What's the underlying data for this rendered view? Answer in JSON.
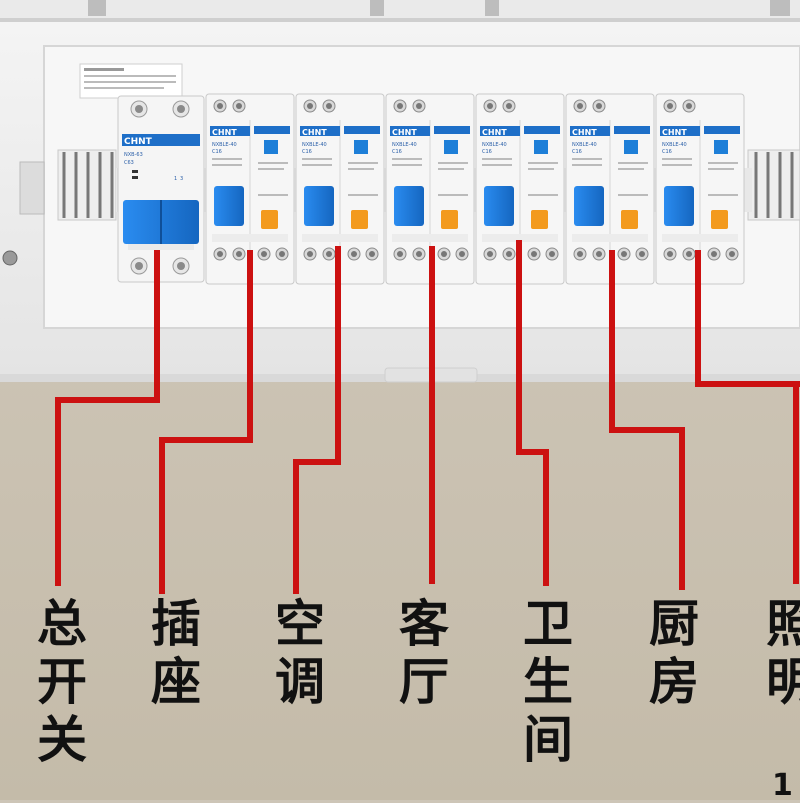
{
  "panel": {
    "main_breaker": {
      "brand": "CHNT",
      "model": "NXB-63",
      "rating": "C63",
      "pole_marks": [
        "1",
        "3"
      ]
    },
    "rcbo": {
      "brand": "CHNT",
      "model": "NXBLE-40",
      "rating": "C16"
    },
    "colors": {
      "wire": "#cc1111",
      "handle": "#1e7fd8",
      "test_button": "#f39a1e",
      "brand_band": "#1e6fc8"
    }
  },
  "labels": [
    {
      "id": "main-switch",
      "chars": [
        "总",
        "开",
        "关"
      ]
    },
    {
      "id": "socket",
      "chars": [
        "插",
        "座"
      ]
    },
    {
      "id": "air-conditioner",
      "chars": [
        "空",
        "调"
      ]
    },
    {
      "id": "living-room",
      "chars": [
        "客",
        "厅"
      ]
    },
    {
      "id": "bathroom",
      "chars": [
        "卫",
        "生",
        "间"
      ]
    },
    {
      "id": "kitchen",
      "chars": [
        "厨",
        "房"
      ]
    },
    {
      "id": "lighting",
      "chars": [
        "照",
        "明"
      ]
    }
  ],
  "cut_number": "1"
}
